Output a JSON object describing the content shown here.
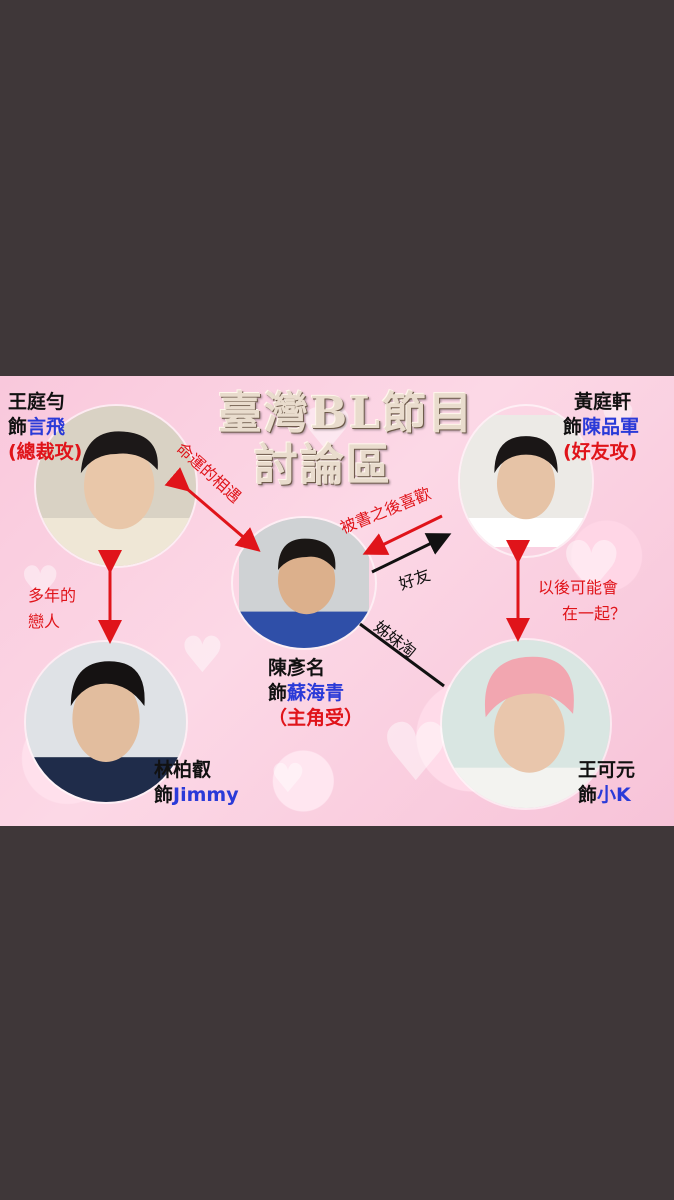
{
  "title_lines": [
    "臺灣BL節目",
    "討論區"
  ],
  "characters": [
    {
      "actor": "王庭勻",
      "prefix": "飾",
      "role": "言飛",
      "tag": "(總裁攻)"
    },
    {
      "actor": "黃庭軒",
      "prefix": "飾",
      "role": "陳品軍",
      "tag": "(好友攻)"
    },
    {
      "actor": "陳彥名",
      "prefix": "飾",
      "role": "蘇海青",
      "tag": "（主角受）"
    },
    {
      "actor": "林柏叡",
      "prefix": "飾",
      "role": "Jimmy",
      "tag": ""
    },
    {
      "actor": "王可元",
      "prefix": "飾",
      "role": "小K",
      "tag": ""
    }
  ],
  "relations": {
    "destined": "命運的相遇",
    "crush": "被書之後喜歡",
    "friends": "好友",
    "sisters": "姊妹淘",
    "lovers_line1": "多年的",
    "lovers_line2": "戀人",
    "future_line1": "以後可能會",
    "future_line2": "在一起？"
  },
  "colors": {
    "background": "#3f3739",
    "role_name": "#2a3ad8",
    "tag": "#e0141a",
    "arrow": "#e0141a"
  }
}
